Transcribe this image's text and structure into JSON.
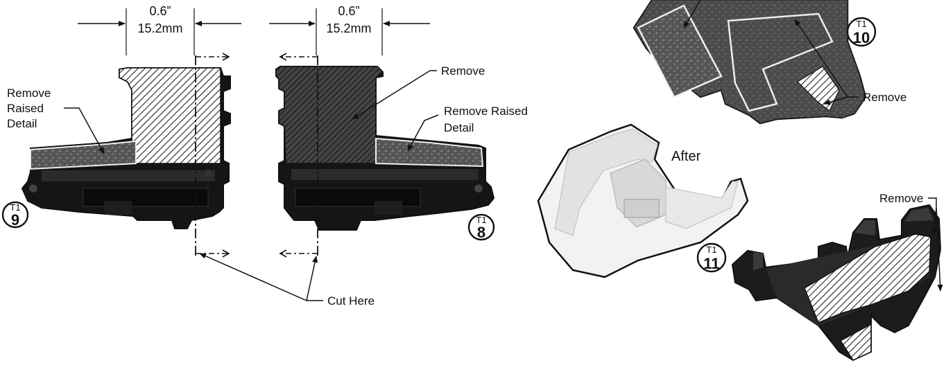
{
  "dimensions": {
    "left": {
      "inches": "0.6”",
      "mm": "15.2mm"
    },
    "right": {
      "inches": "0.6”",
      "mm": "15.2mm"
    }
  },
  "labels": {
    "remove_raised_detail_left": [
      "Remove",
      "Raised",
      "Detail"
    ],
    "remove_center": "Remove",
    "remove_raised_detail_right": [
      "Remove Raised",
      "Detail"
    ],
    "cut_here": "Cut Here",
    "remove_top_right": "Remove",
    "after": "After",
    "remove_bottom_right": "Remove"
  },
  "badges": {
    "left_part": {
      "tier": "T1",
      "number": "9"
    },
    "center_part": {
      "tier": "T1",
      "number": "8"
    },
    "top_right_part": {
      "tier": "T1",
      "number": "10"
    },
    "bottom_right_part": {
      "tier": "T1",
      "number": "11"
    }
  }
}
